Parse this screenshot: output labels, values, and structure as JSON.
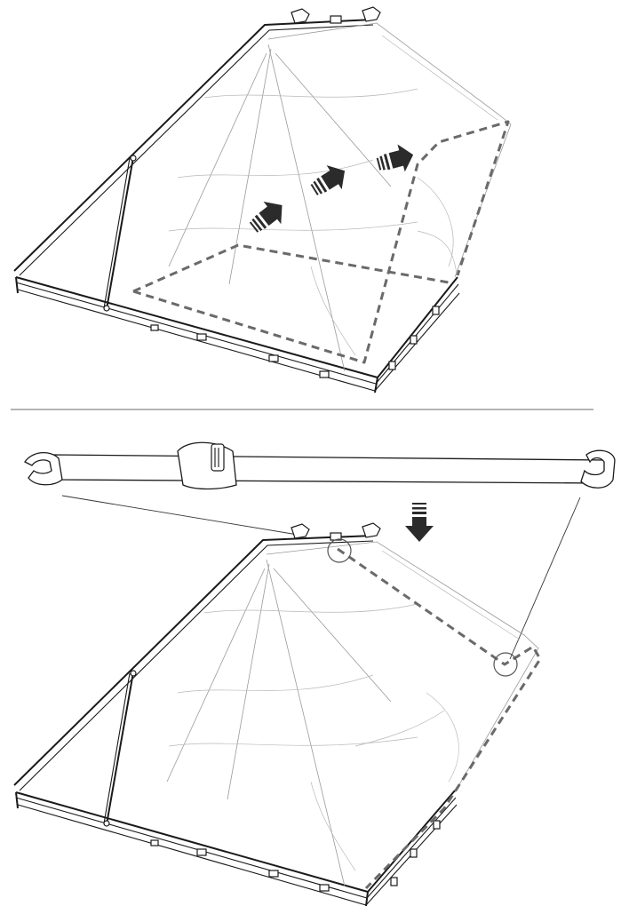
{
  "figure": {
    "panels": [
      {
        "id": "top",
        "step": "push-fabric-inward",
        "arrow_count": 3,
        "arrow_icon": "block-arrow-icon"
      },
      {
        "id": "bottom",
        "step": "insert-support-pole",
        "arrow_count": 1,
        "arrow_icon": "down-arrow-icon",
        "callout_circles": 2
      }
    ],
    "colors": {
      "line": "#1a1a1a",
      "fabric": "#9a9a9a",
      "dashed_guide": "#6a6a6a",
      "arrow": "#2b2b2b",
      "divider": "#9b9b9b"
    }
  }
}
